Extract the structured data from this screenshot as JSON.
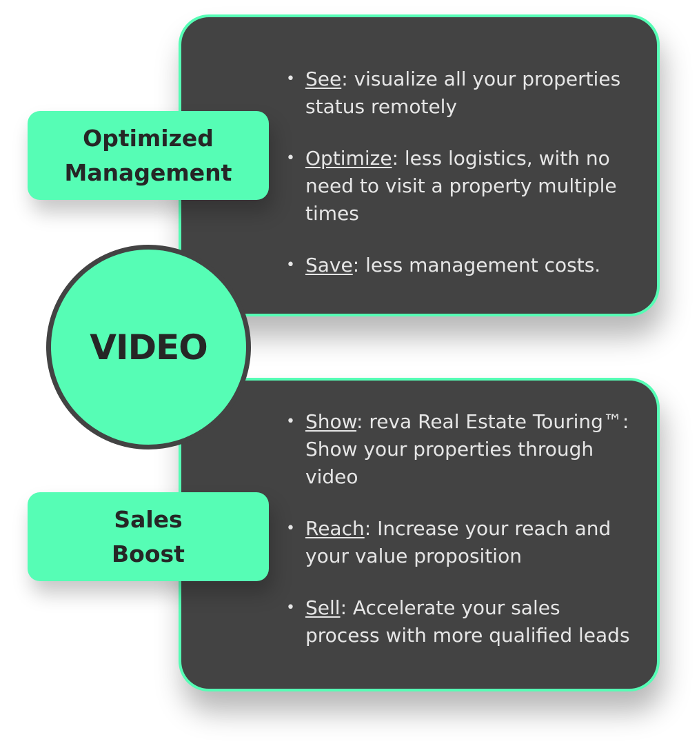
{
  "center": {
    "label": "VIDEO"
  },
  "top_section": {
    "label_line1": "Optimized",
    "label_line2": "Management",
    "items": [
      {
        "keyword": "See",
        "text": ": visualize all your properties status remotely"
      },
      {
        "keyword": "Optimize",
        "text": ": less logistics, with no need to visit a property multiple times"
      },
      {
        "keyword": "Save",
        "text": ": less management costs."
      }
    ]
  },
  "bottom_section": {
    "label_line1": "Sales",
    "label_line2": "Boost",
    "items": [
      {
        "keyword": "Show",
        "text": ": reva Real Estate Touring™: Show your properties through video"
      },
      {
        "keyword": "Reach",
        "text": ": Increase your reach and your value proposition"
      },
      {
        "keyword": "Sell",
        "text": ": Accelerate your sales process with more qualified leads"
      }
    ]
  },
  "colors": {
    "accent": "#56fdb5",
    "card": "#434343",
    "text_light": "#e6e6e6",
    "text_dark": "#262626"
  }
}
